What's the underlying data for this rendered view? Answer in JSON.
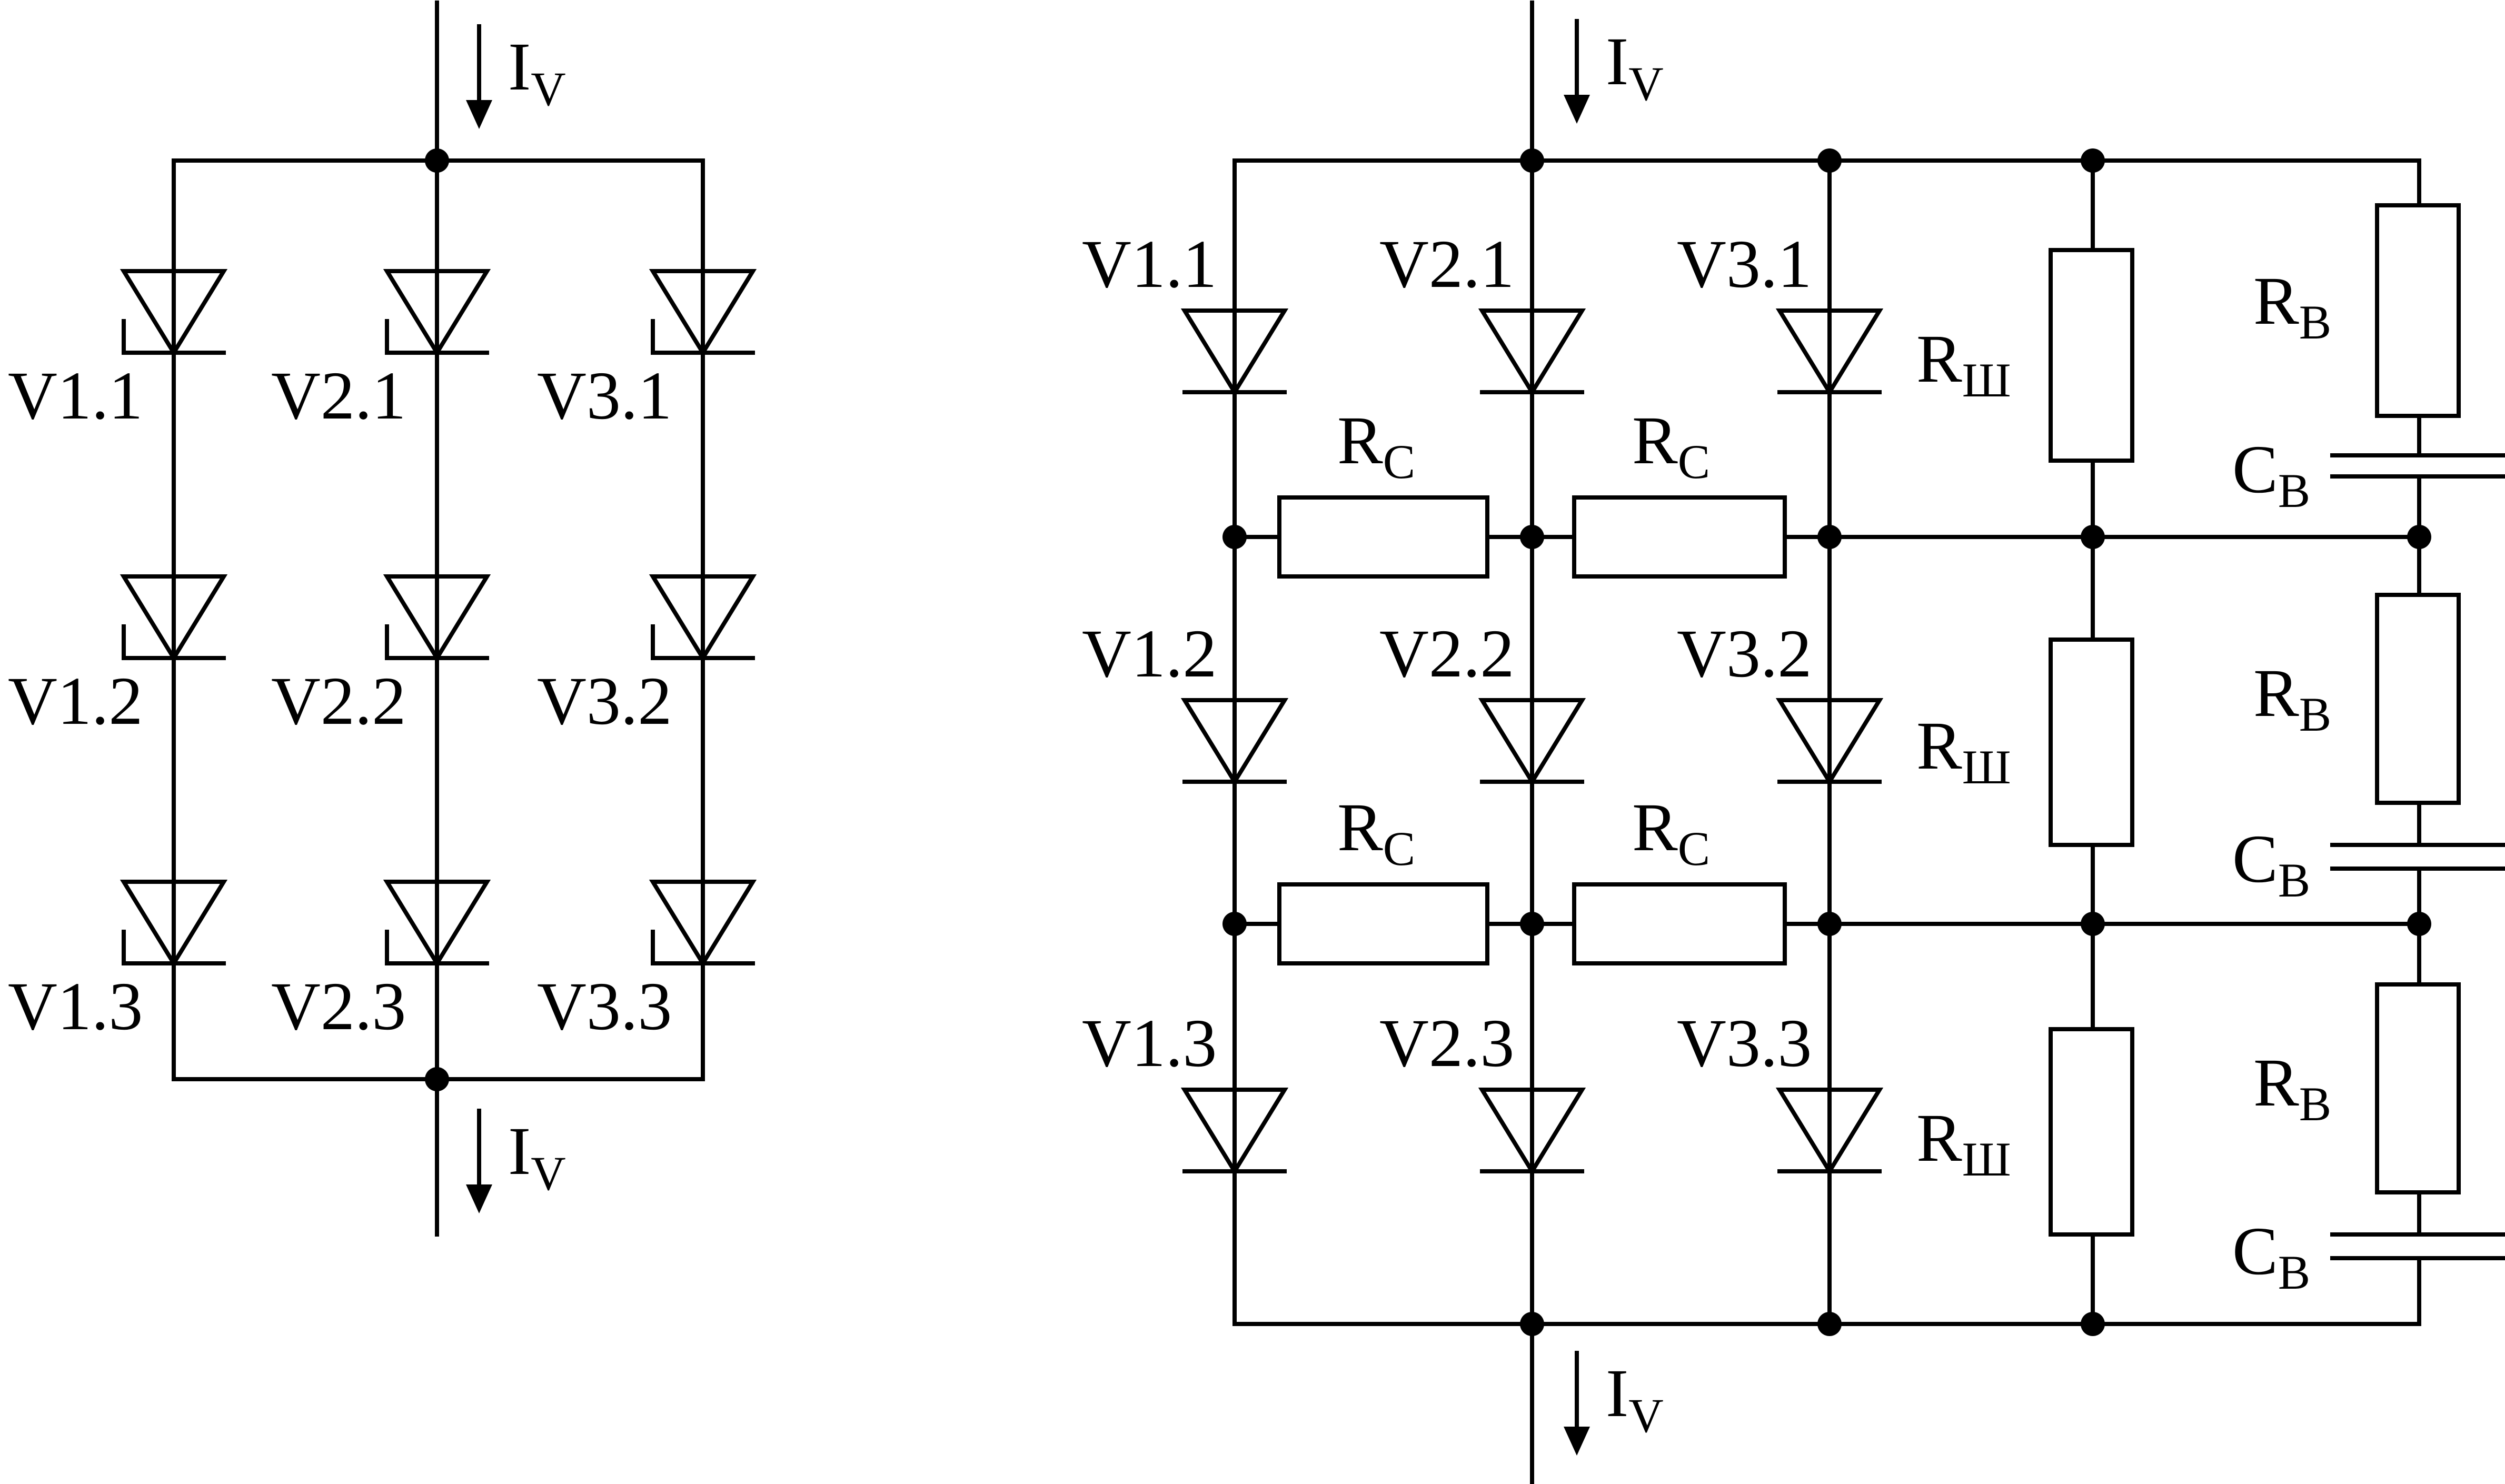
{
  "colors": {
    "line": "#000000",
    "background": "#ffffff"
  },
  "current": {
    "symbol": "I",
    "sub": "V"
  },
  "left": {
    "labels": [
      [
        "V1.1",
        "V2.1",
        "V3.1"
      ],
      [
        "V1.2",
        "V2.2",
        "V3.2"
      ],
      [
        "V1.3",
        "V2.3",
        "V3.3"
      ]
    ]
  },
  "right": {
    "labels": [
      [
        "V1.1",
        "V2.1",
        "V3.1"
      ],
      [
        "V1.2",
        "V2.2",
        "V3.2"
      ],
      [
        "V1.3",
        "V2.3",
        "V3.3"
      ]
    ],
    "rc": {
      "symbol": "R",
      "sub": "C"
    },
    "rsh": {
      "symbol": "R",
      "sub": "Ш"
    },
    "rv": {
      "symbol": "R",
      "sub": "В"
    },
    "cv": {
      "symbol": "C",
      "sub": "В"
    }
  }
}
